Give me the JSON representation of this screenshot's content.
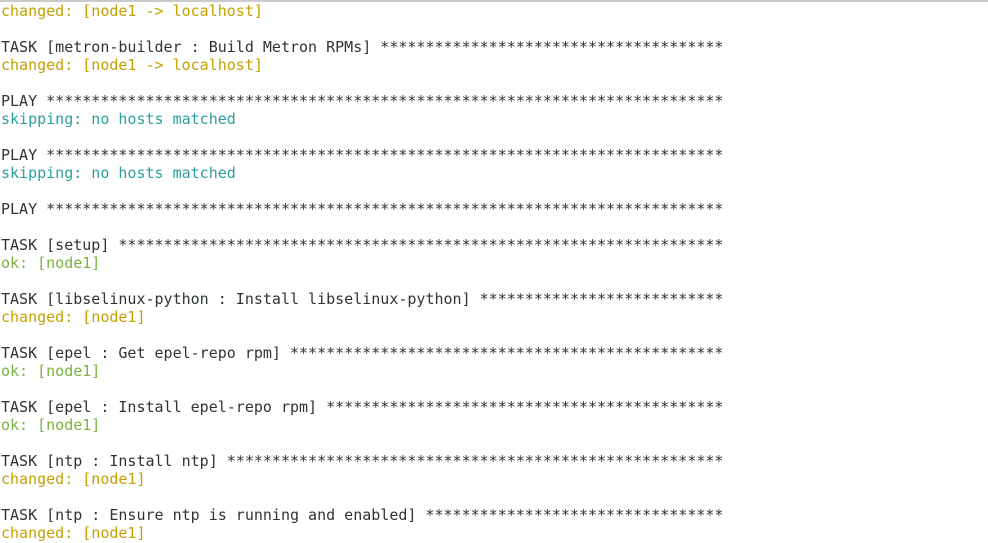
{
  "window": {
    "top_edge": "window-chrome-edge"
  },
  "colors": {
    "background": "#ffffff",
    "default_text": "#2e3436",
    "changed": "#c4a000",
    "ok": "#77b53e",
    "skipping": "#2ca09e",
    "top_strip": "#cbcbcb"
  },
  "terminal": {
    "lines": [
      {
        "type": "changed",
        "text": "changed: [node1 -> localhost]"
      },
      {
        "type": "blank",
        "text": ""
      },
      {
        "type": "task",
        "text": "TASK [metron-builder : Build Metron RPMs] **************************************"
      },
      {
        "type": "changed",
        "text": "changed: [node1 -> localhost]"
      },
      {
        "type": "blank",
        "text": ""
      },
      {
        "type": "play",
        "text": "PLAY ***************************************************************************"
      },
      {
        "type": "skipping",
        "text": "skipping: no hosts matched"
      },
      {
        "type": "blank",
        "text": ""
      },
      {
        "type": "play",
        "text": "PLAY ***************************************************************************"
      },
      {
        "type": "skipping",
        "text": "skipping: no hosts matched"
      },
      {
        "type": "blank",
        "text": ""
      },
      {
        "type": "play",
        "text": "PLAY ***************************************************************************"
      },
      {
        "type": "blank",
        "text": ""
      },
      {
        "type": "task",
        "text": "TASK [setup] *******************************************************************"
      },
      {
        "type": "ok",
        "text": "ok: [node1]"
      },
      {
        "type": "blank",
        "text": ""
      },
      {
        "type": "task",
        "text": "TASK [libselinux-python : Install libselinux-python] ***************************"
      },
      {
        "type": "changed",
        "text": "changed: [node1]"
      },
      {
        "type": "blank",
        "text": ""
      },
      {
        "type": "task",
        "text": "TASK [epel : Get epel-repo rpm] ************************************************"
      },
      {
        "type": "ok",
        "text": "ok: [node1]"
      },
      {
        "type": "blank",
        "text": ""
      },
      {
        "type": "task",
        "text": "TASK [epel : Install epel-repo rpm] ********************************************"
      },
      {
        "type": "ok",
        "text": "ok: [node1]"
      },
      {
        "type": "blank",
        "text": ""
      },
      {
        "type": "task",
        "text": "TASK [ntp : Install ntp] *******************************************************"
      },
      {
        "type": "changed",
        "text": "changed: [node1]"
      },
      {
        "type": "blank",
        "text": ""
      },
      {
        "type": "task",
        "text": "TASK [ntp : Ensure ntp is running and enabled] *********************************"
      },
      {
        "type": "changed",
        "text": "changed: [node1]"
      }
    ]
  }
}
